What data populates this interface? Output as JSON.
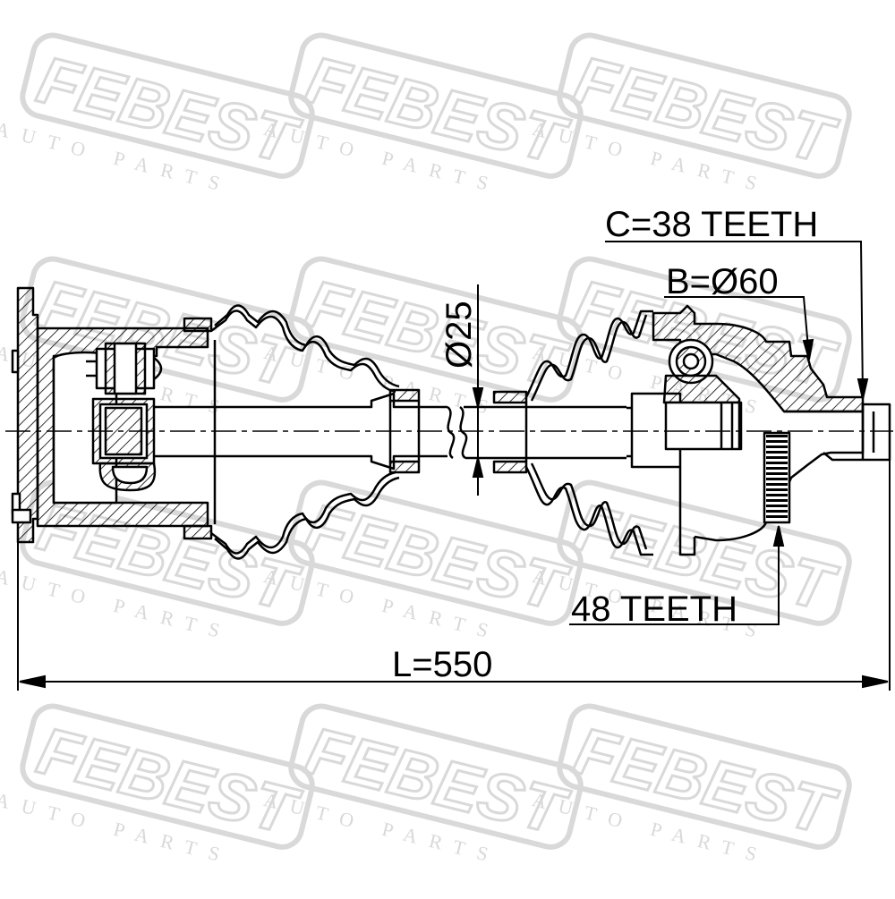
{
  "watermark": {
    "brand": "FEBEST",
    "tagline": "AUTO PARTS"
  },
  "labels": {
    "c_teeth": "C=38 TEETH",
    "b_diameter": "B=Ø60",
    "shaft_diameter": "Ø25",
    "abs_teeth": "48 TEETH",
    "length": "L=550"
  },
  "colors": {
    "line": "#000000",
    "watermark": "#d9d9d9",
    "background": "#ffffff"
  }
}
